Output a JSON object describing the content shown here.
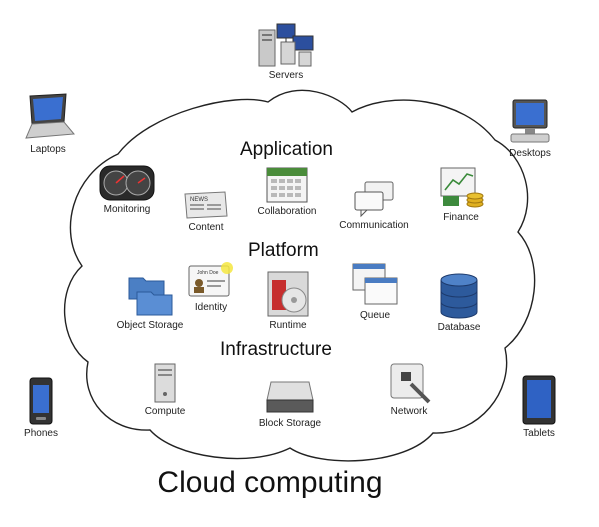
{
  "title": "Cloud computing",
  "layers": {
    "application": "Application",
    "platform": "Platform",
    "infrastructure": "Infrastructure"
  },
  "devices": {
    "servers": "Servers",
    "laptops": "Laptops",
    "desktops": "Desktops",
    "phones": "Phones",
    "tablets": "Tablets"
  },
  "application": {
    "monitoring": "Monitoring",
    "content": "Content",
    "collaboration": "Collaboration",
    "communication": "Communication",
    "finance": "Finance"
  },
  "platform": {
    "identity": "Identity",
    "identity_card": "John Doe",
    "object_storage": "Object Storage",
    "runtime": "Runtime",
    "queue": "Queue",
    "database": "Database"
  },
  "infrastructure": {
    "compute": "Compute",
    "block_storage": "Block Storage",
    "network": "Network"
  },
  "icons": {
    "content_paper": "NEWS"
  }
}
